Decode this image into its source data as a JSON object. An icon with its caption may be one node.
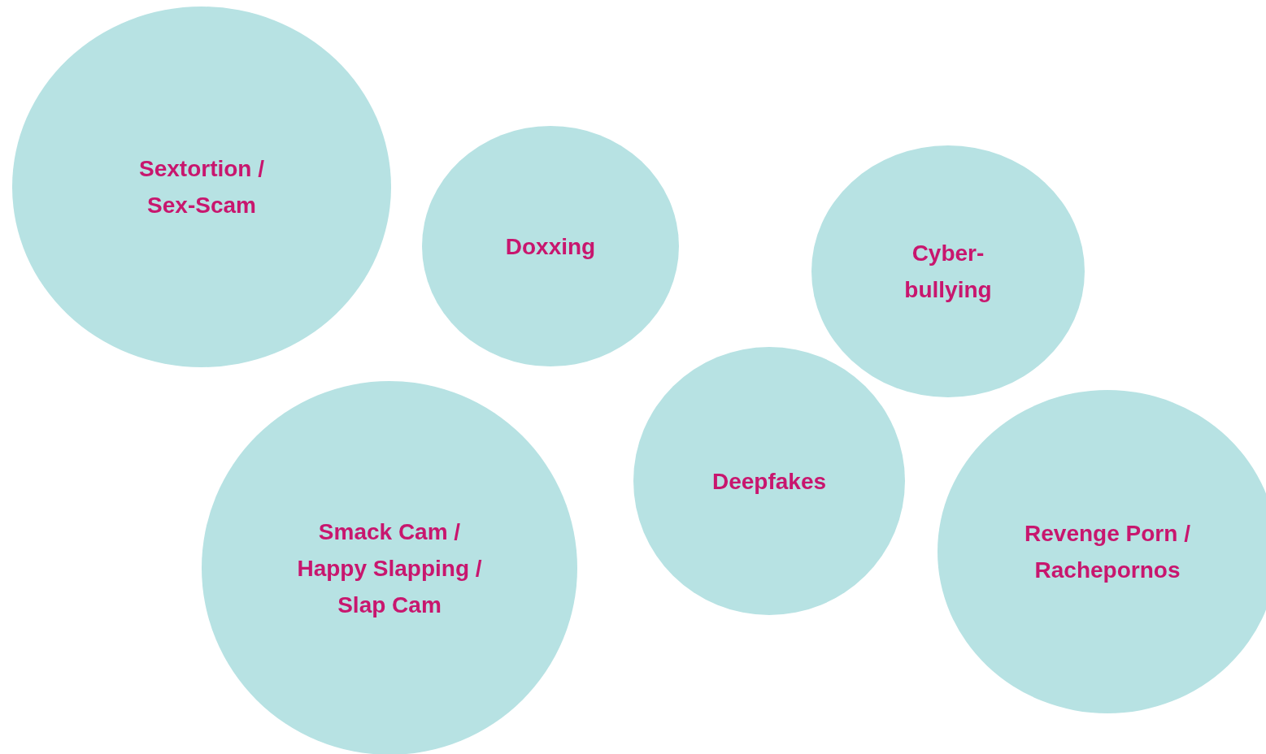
{
  "diagram": {
    "nodes": [
      {
        "text": [
          "Sextortion / Sex-Scam"
        ]
      },
      {
        "text": [
          "Doxxing"
        ]
      },
      {
        "text": [
          "Cyber-bullying"
        ]
      },
      {
        "text": [
          "Smack Cam / Happy Slapping / Slap Cam"
        ]
      },
      {
        "text": [
          "Deepfakes"
        ]
      },
      {
        "text": [
          "Revenge Porn / Rachepornos"
        ]
      }
    ]
  }
}
